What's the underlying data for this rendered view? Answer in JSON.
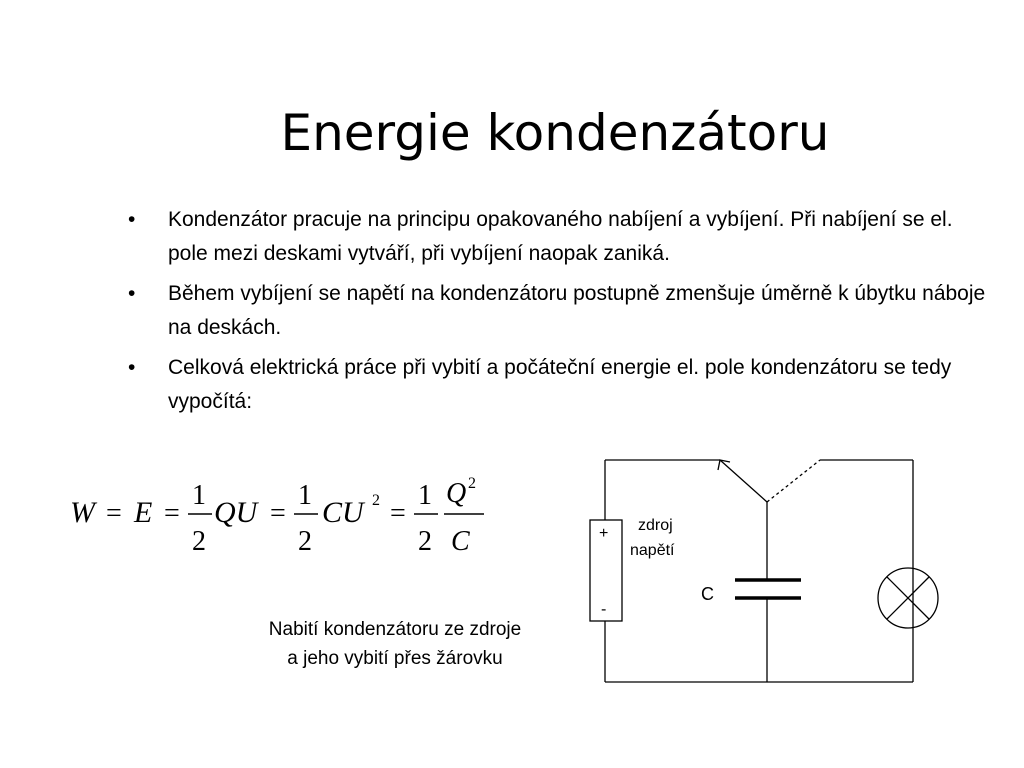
{
  "slide": {
    "title": "Energie kondenzátoru",
    "bullets": [
      "Kondenzátor pracuje na principu opakovaného nabíjení a vybíjení. Při nabíjení se el. pole  mezi deskami vytváří, při vybíjení naopak zaniká.",
      "Během vybíjení se napětí na kondenzátoru postupně zmenšuje úměrně k úbytku náboje na deskách.",
      "Celková elektrická práce při vybití a počáteční energie el. pole kondenzátoru se tedy vypočítá:"
    ],
    "bullet_symbol": "•",
    "formula": {
      "w": "W",
      "eq": "=",
      "e": "E",
      "one": "1",
      "two": "2",
      "qu": "QU",
      "cu": "CU",
      "sq": "2",
      "q": "Q",
      "c": "C"
    },
    "circuit": {
      "plus": "+",
      "minus": "-",
      "source_label_1": "zdroj",
      "source_label_2": "napětí",
      "capacitor_label": "C"
    },
    "caption_line_1": "Nabití kondenzátoru ze zdroje",
    "caption_line_2": "a jeho vybití přes žárovku"
  }
}
